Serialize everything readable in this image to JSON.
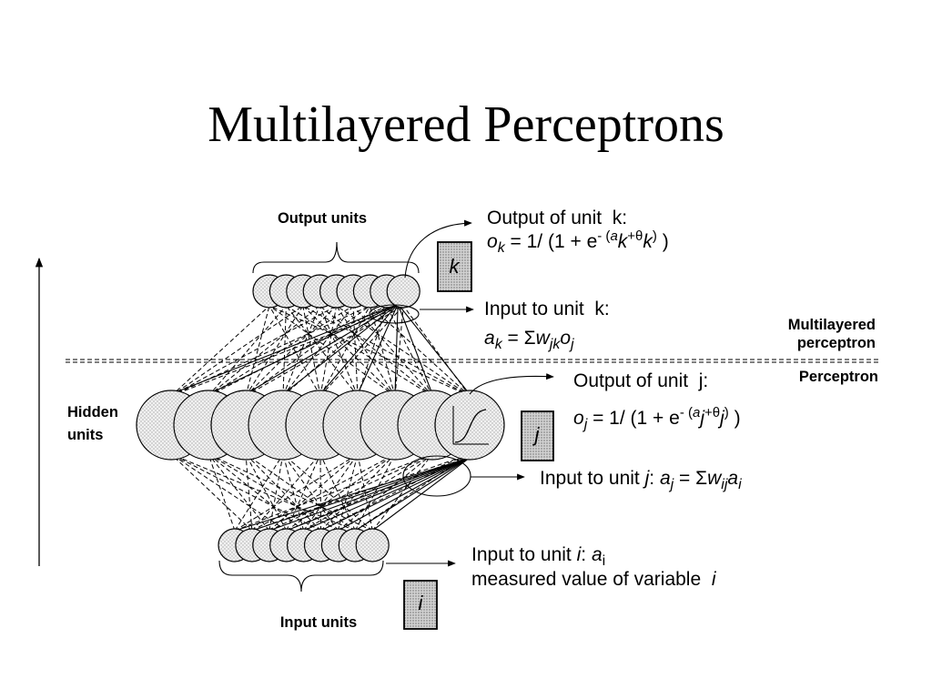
{
  "slide": {
    "title": "Multilayered Perceptrons",
    "labels": {
      "output_units": "Output units",
      "hidden_line1": "Hidden",
      "hidden_line2": "units",
      "input_units": "Input units",
      "multilayered_line1": "Multilayered",
      "multilayered_line2": "perceptron",
      "perceptron": "Perceptron"
    },
    "equations": {
      "output_k_heading": "Output of unit  k:",
      "output_k_formula": "ok = 1/ (1 + e- (ak+θk) )",
      "input_k_heading": "Input to unit  k:",
      "input_k_formula": "ak = Σwjkoj",
      "output_j_heading": "Output of unit  j:",
      "output_j_formula": "oj = 1/ (1 + e- (aj+θj) )",
      "input_j_formula": "Input to unit j: aj = Σwijai",
      "input_i_line1": "Input to unit i: ai",
      "input_i_line2": "measured value of variable  i"
    },
    "unit_boxes": {
      "k": "k",
      "j": "j",
      "i": "i"
    },
    "network": {
      "output_unit_count": 9,
      "hidden_unit_count": 9,
      "input_unit_count": 9
    },
    "colors": {
      "foreground": "#000000",
      "background": "#ffffff",
      "unit_fill": "#e9e9e9",
      "box_fill": "#c8c8c8"
    }
  }
}
